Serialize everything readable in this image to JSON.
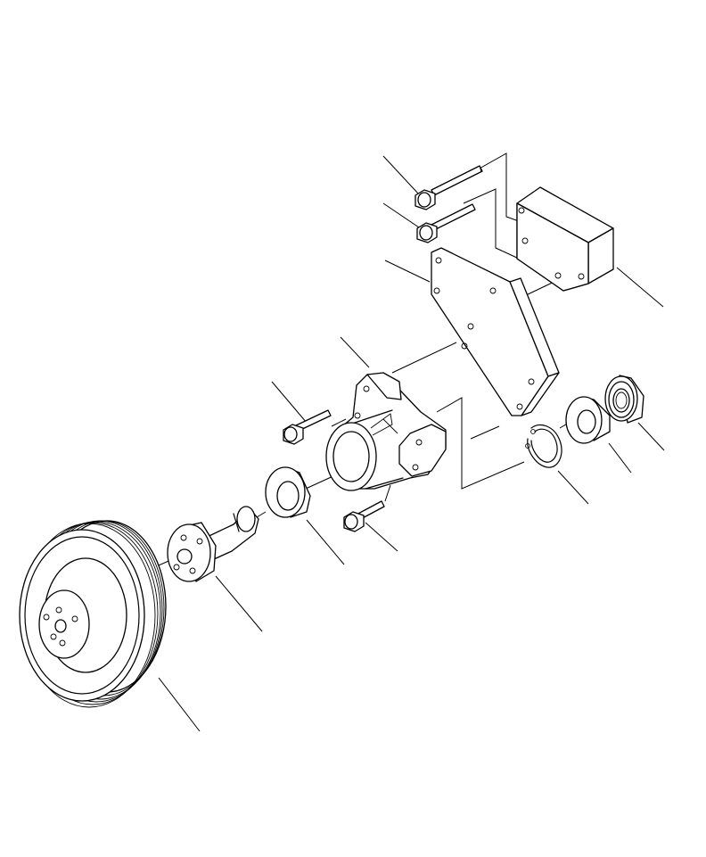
{
  "diagram": {
    "type": "exploded-parts-view",
    "line_color": "#000000",
    "background": "#ffffff",
    "parts": [
      "bolt-upper",
      "bolt-middle",
      "support-block",
      "mounting-plate",
      "housing",
      "bolt-side",
      "bolt-lower",
      "outer-bearing",
      "snap-ring",
      "inner-bearing",
      "oil-seal",
      "shaft-hub",
      "pulley"
    ],
    "callout_labels": []
  }
}
